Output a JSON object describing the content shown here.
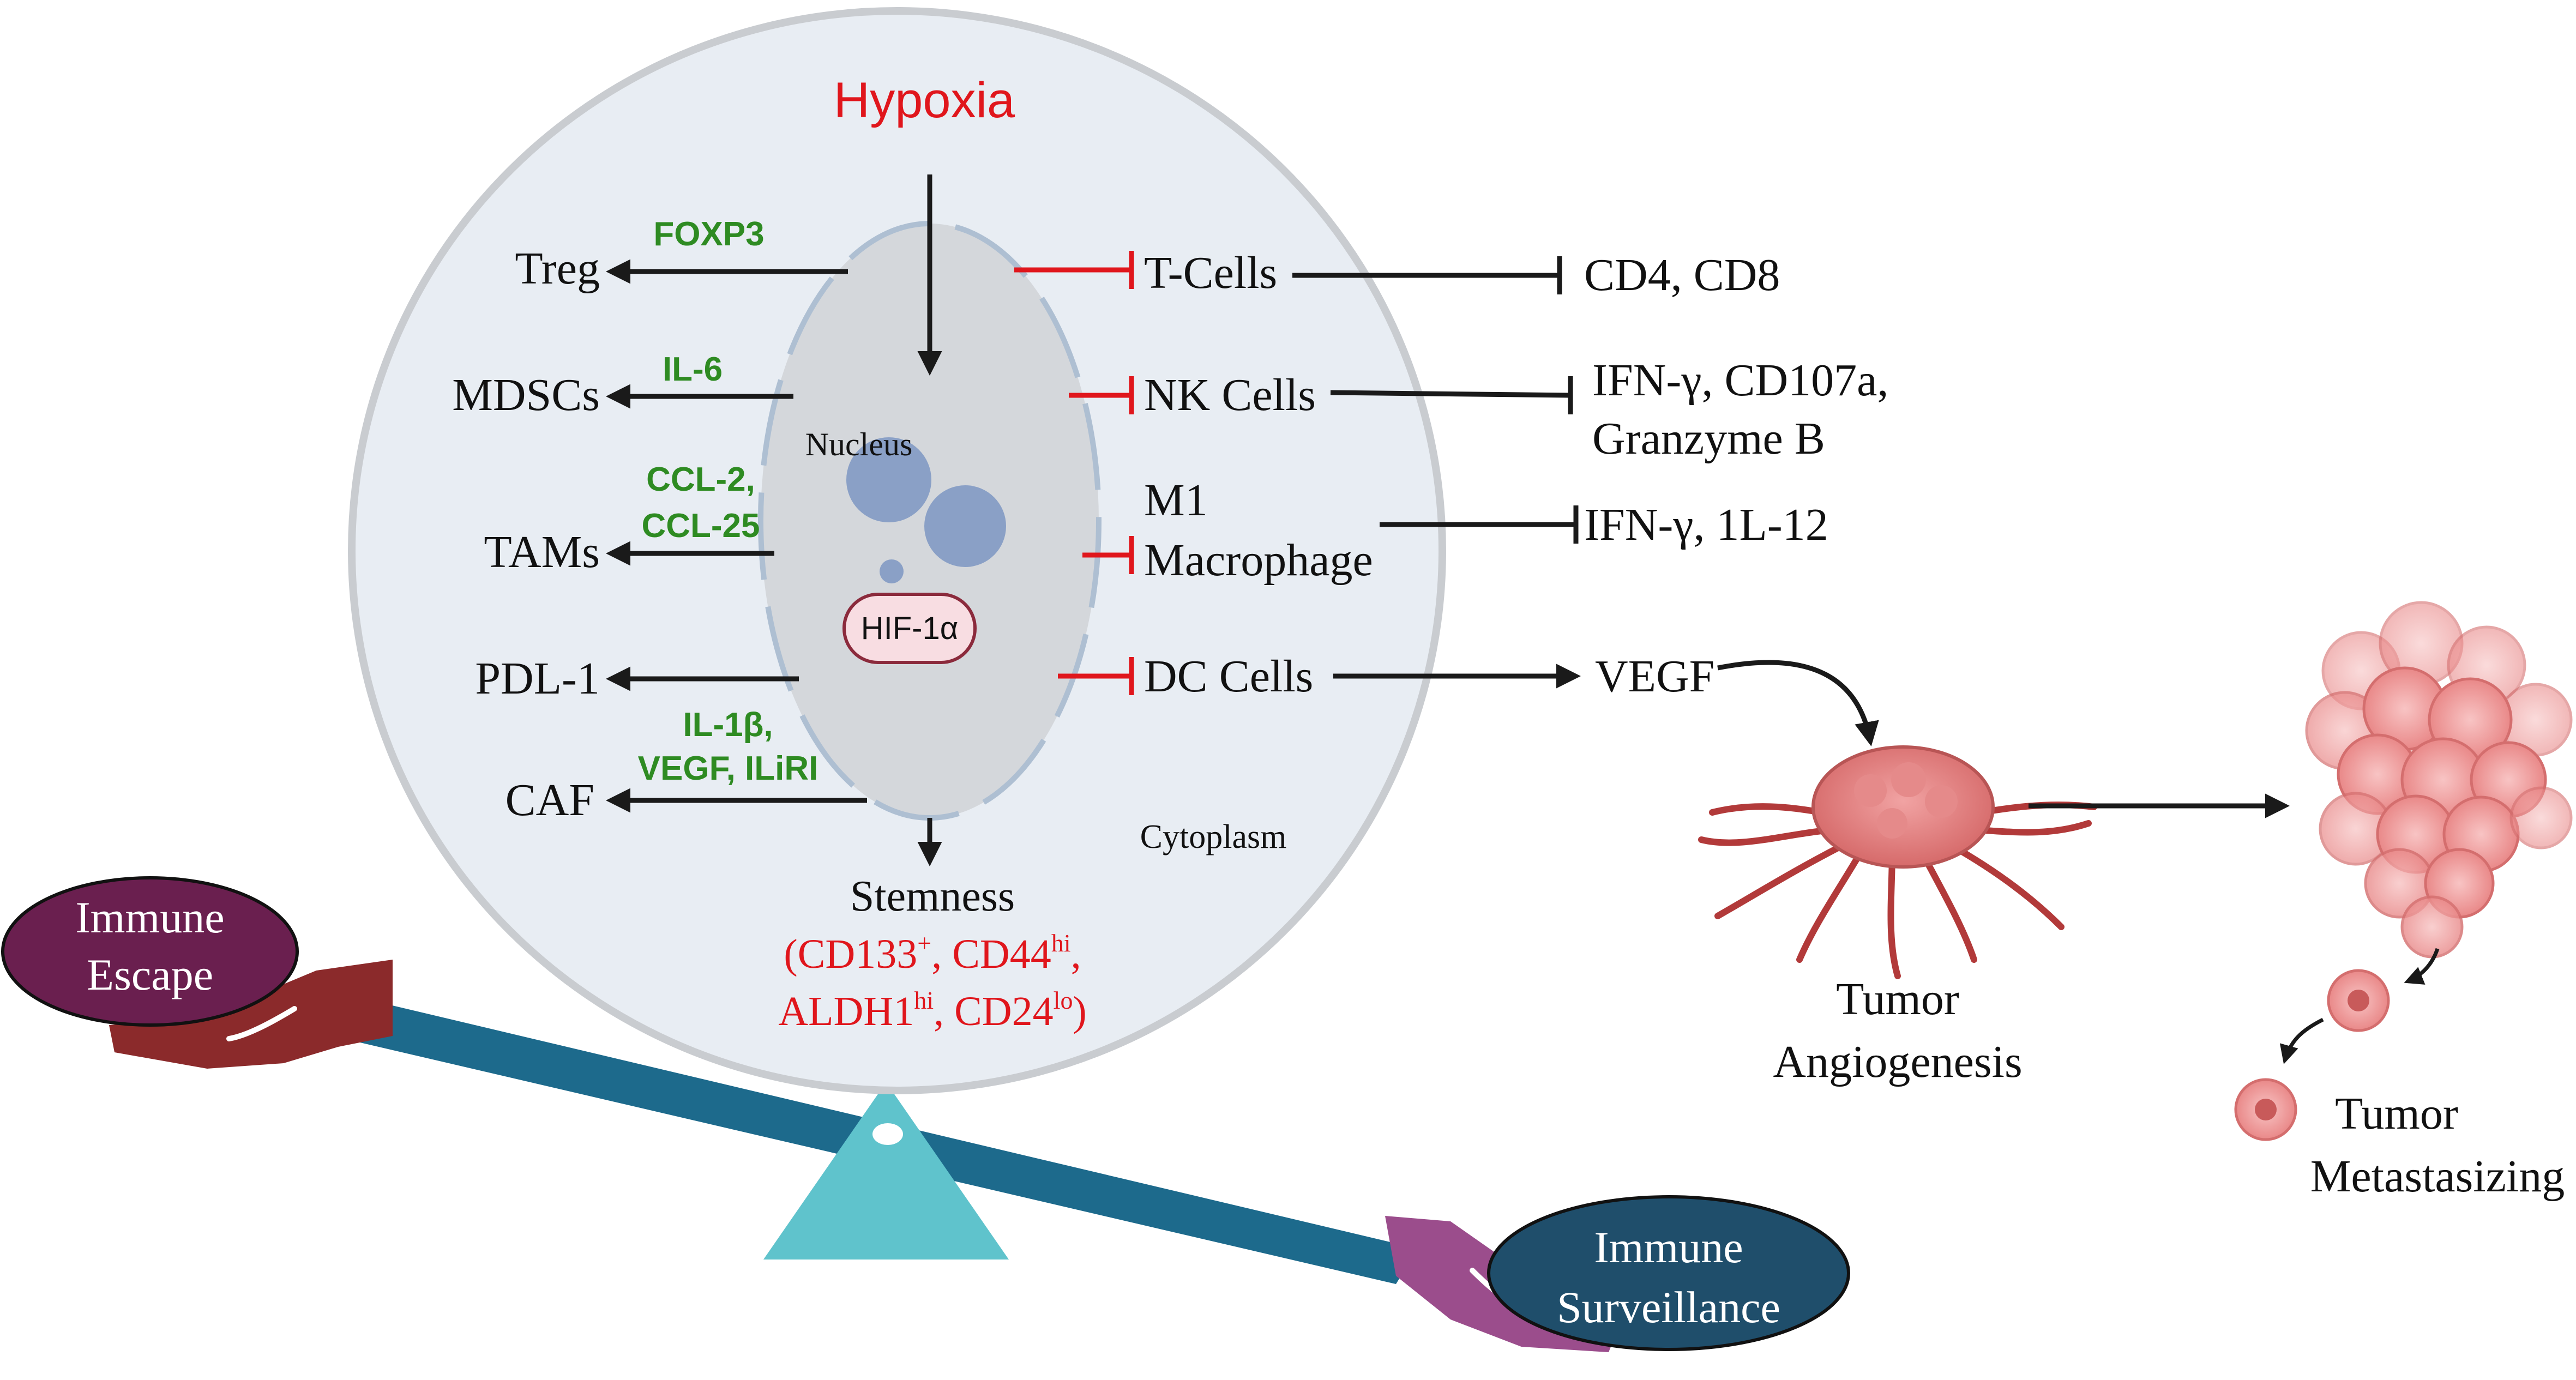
{
  "cell": {
    "hypoxia": "Hypoxia",
    "nucleus": "Nucleus",
    "hif": "HIF-1α",
    "cytoplasm": "Cytoplasm"
  },
  "left_outputs": [
    {
      "label": "Treg",
      "mediator": "FOXP3"
    },
    {
      "label": "MDSCs",
      "mediator": "IL-6"
    },
    {
      "label": "TAMs",
      "mediator_line1": "CCL-2,",
      "mediator_line2": "CCL-25"
    },
    {
      "label": "PDL-1"
    },
    {
      "label": "CAF",
      "mediator_line1": "IL-1β,",
      "mediator_line2": "VEGF, ILiRI"
    }
  ],
  "stemness": {
    "title": "Stemness",
    "line1": {
      "open": "(CD133",
      "sup1": "+",
      "mid": ", CD44",
      "sup2": "hi",
      "close": ","
    },
    "line2": {
      "open": "ALDH1",
      "sup1": "hi",
      "mid": ", CD24",
      "sup2": "lo",
      "close": ")"
    }
  },
  "right_targets": [
    {
      "cell": "T-Cells",
      "effect": "CD4, CD8"
    },
    {
      "cell": "NK Cells",
      "effect_line1": "IFN-γ, CD107a,",
      "effect_line2": "Granzyme B"
    },
    {
      "cell_line1": "M1",
      "cell_line2": "Macrophage",
      "effect": "IFN-γ, 1L-12"
    },
    {
      "cell": "DC Cells",
      "effect": "VEGF"
    }
  ],
  "tumor": {
    "angiogenesis_line1": "Tumor",
    "angiogenesis_line2": "Angiogenesis",
    "metastasis_line1": "Tumor",
    "metastasis_line2": "Metastasizing"
  },
  "balance": {
    "left_line1": "Immune",
    "left_line2": "Escape",
    "right_line1": "Immune",
    "right_line2": "Surveillance"
  },
  "colors": {
    "hypoxia": "#e0161c",
    "mediator_green": "#2e8b22",
    "inhibit_red": "#e0161c",
    "cell_fill": "#e8edf3",
    "nucleus_fill": "#d4d7db",
    "escape_oval": "#6a1f4f",
    "surveillance_oval": "#1f4e6b",
    "beam": "#1d6a8c",
    "fulcrum": "#5fc3cc"
  }
}
